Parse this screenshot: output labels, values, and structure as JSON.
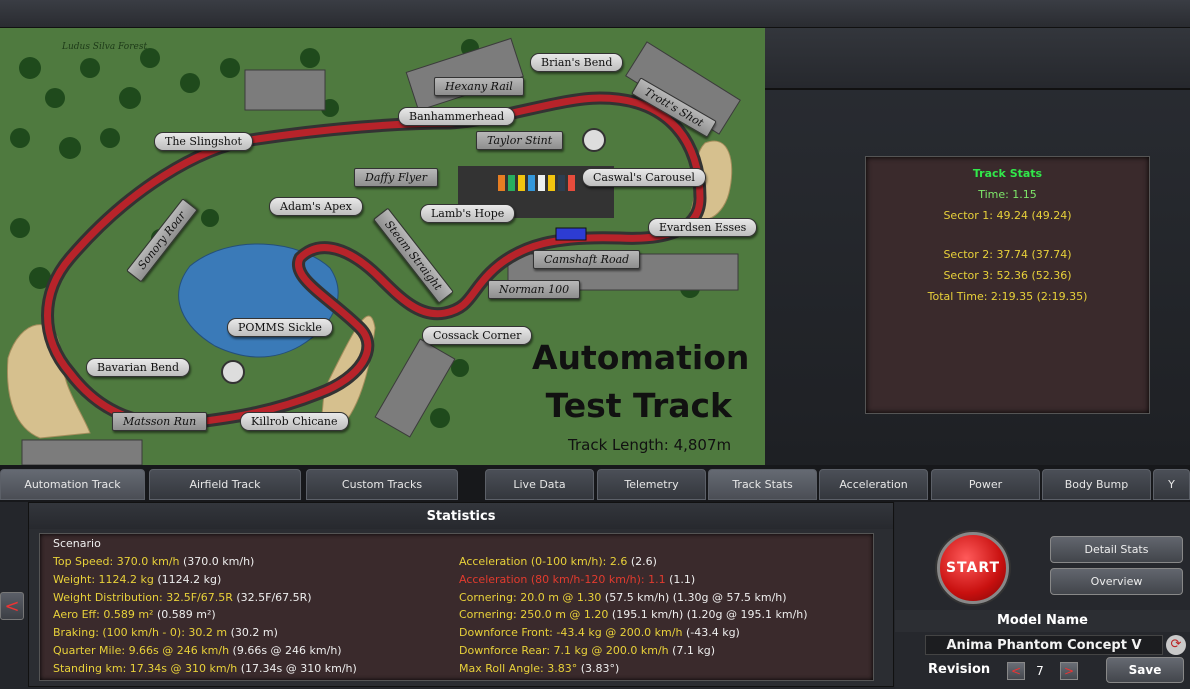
{
  "map": {
    "forest": "Ludus Silva Forest",
    "title_line1": "Automation",
    "title_line2": "Test Track",
    "track_length": "Track Length: 4,807m",
    "corners": [
      {
        "id": "brians-bend",
        "label": "Brian's Bend"
      },
      {
        "id": "hexany-rail",
        "label": "Hexany Rail"
      },
      {
        "id": "trotts-shot",
        "label": "Trott's Shot"
      },
      {
        "id": "banhammerhead",
        "label": "Banhammerhead"
      },
      {
        "id": "taylor-stint",
        "label": "Taylor Stint"
      },
      {
        "id": "the-slingshot",
        "label": "The Slingshot"
      },
      {
        "id": "daffy-flyer",
        "label": "Daffy Flyer"
      },
      {
        "id": "caswals-carousel",
        "label": "Caswal's Carousel"
      },
      {
        "id": "adams-apex",
        "label": "Adam's Apex"
      },
      {
        "id": "lambs-hope",
        "label": "Lamb's Hope"
      },
      {
        "id": "evardsen-esses",
        "label": "Evardsen Esses"
      },
      {
        "id": "sonory-roar",
        "label": "Sonory Roar"
      },
      {
        "id": "steam-straight",
        "label": "Steam Straight"
      },
      {
        "id": "camshaft-road",
        "label": "Camshaft Road"
      },
      {
        "id": "norman-100",
        "label": "Norman 100"
      },
      {
        "id": "pomms-sickle",
        "label": "POMMS Sickle"
      },
      {
        "id": "cossack-corner",
        "label": "Cossack Corner"
      },
      {
        "id": "bavarian-bend",
        "label": "Bavarian Bend"
      },
      {
        "id": "matsson-run",
        "label": "Matsson Run"
      },
      {
        "id": "killrob-chicane",
        "label": "Killrob Chicane"
      }
    ]
  },
  "track_stats": {
    "title": "Track Stats",
    "time": "Time: 1.15",
    "sector1": "Sector 1: 49.24 (49.24)",
    "sector2": "Sector 2: 37.74 (37.74)",
    "sector3": "Sector 3: 52.36 (52.36)",
    "total": "Total Time: 2:19.35 (2:19.35)"
  },
  "tabs": {
    "left": [
      "Automation Track",
      "Airfield Track",
      "Custom Tracks"
    ],
    "right": [
      "Live Data",
      "Telemetry",
      "Track Stats",
      "Acceleration",
      "Power",
      "Body Bump",
      "Y"
    ]
  },
  "statistics": {
    "title": "Statistics",
    "scenario": "Scenario",
    "left": [
      {
        "label": "Top Speed: 370.0 km/h",
        "cmp": "(370.0 km/h)"
      },
      {
        "label": "Weight: 1124.2 kg",
        "cmp": "(1124.2 kg)"
      },
      {
        "label": "Weight Distribution: 32.5F/67.5R",
        "cmp": "(32.5F/67.5R)"
      },
      {
        "label": "Aero Eff: 0.589 m²",
        "cmp": "(0.589 m²)"
      },
      {
        "label": "Braking: (100 km/h - 0): 30.2 m",
        "cmp": "(30.2 m)"
      },
      {
        "label": "Quarter Mile: 9.66s @ 246 km/h",
        "cmp": "(9.66s @ 246 km/h)"
      },
      {
        "label": "Standing km: 17.34s @ 310 km/h",
        "cmp": "(17.34s @ 310 km/h)"
      }
    ],
    "right": [
      {
        "label": "Acceleration (0-100 km/h): 2.6",
        "cmp": "(2.6)"
      },
      {
        "label": "Acceleration (80 km/h-120 km/h): 1.1",
        "cmp": "(1.1)"
      },
      {
        "label": "Cornering: 20.0 m @ 1.30",
        "cmp": "(57.5 km/h) (1.30g @ 57.5 km/h)"
      },
      {
        "label": "Cornering: 250.0 m @ 1.20",
        "cmp": "(195.1 km/h) (1.20g @ 195.1 km/h)"
      },
      {
        "label": "Downforce Front: -43.4 kg @ 200.0 km/h",
        "cmp": "(-43.4 kg)"
      },
      {
        "label": "Downforce Rear: 7.1 kg @ 200.0 km/h",
        "cmp": "(7.1 kg)"
      },
      {
        "label": "Max Roll Angle: 3.83°",
        "cmp": "(3.83°)"
      }
    ]
  },
  "controls": {
    "start": "START",
    "detail_stats": "Detail Stats",
    "overview": "Overview",
    "model_label": "Model Name",
    "model_name": "Anima Phantom Concept V",
    "revision_label": "Revision",
    "revision": "7",
    "save": "Save",
    "prev_arrow": "<",
    "next_arrow": ">",
    "left_nav_arrow": "<"
  }
}
